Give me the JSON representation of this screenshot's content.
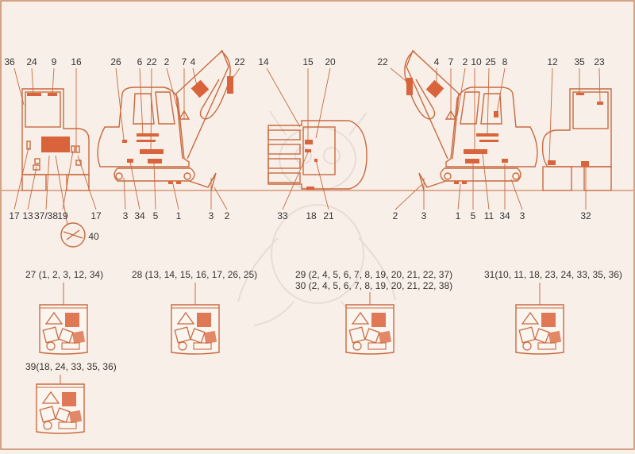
{
  "colors": {
    "background": "#f7efe8",
    "line": "#c96a3f",
    "accent": "#d9633a",
    "frame": "#c98a66",
    "text": "#3a3330",
    "watermark": "#e8ddd6"
  },
  "callouts": {
    "n36": "36",
    "n24": "24",
    "n9": "9",
    "n16": "16",
    "n17a": "17",
    "n13": "13",
    "n3738": "37/38",
    "n19": "19",
    "n17b": "17",
    "n40": "40",
    "n26": "26",
    "n6": "6",
    "n22a": "22",
    "n2a": "2",
    "n7a": "7",
    "n4a": "4",
    "n22b": "22",
    "n3a": "3",
    "n34a": "34",
    "n5a": "5",
    "n1a": "1",
    "n3b": "3",
    "n2b": "2",
    "n14": "14",
    "n15": "15",
    "n20": "20",
    "n33": "33",
    "n18": "18",
    "n21": "21",
    "n22c": "22",
    "n4b": "4",
    "n7b": "7",
    "n2c": "2",
    "n10": "10",
    "n25": "25",
    "n8": "8",
    "n2d": "2",
    "n3c": "3",
    "n1b": "1",
    "n5b": "5",
    "n11": "11",
    "n34b": "34",
    "n3d": "3",
    "n12": "12",
    "n35": "35",
    "n23": "23",
    "n32": "32"
  },
  "kits": [
    {
      "label": "27 (1, 2, 3, 12, 34)"
    },
    {
      "label": "28 (13, 14, 15, 16, 17, 26, 25)"
    },
    {
      "label": "29 (2, 4, 5, 6, 7, 8, 19, 20, 21, 22, 37)",
      "label2": "30 (2, 4, 5, 6, 7, 8, 19, 20, 21, 22, 38)"
    },
    {
      "label": "31(10, 11, 18, 23, 24, 33, 35, 36)"
    },
    {
      "label": "39(18, 24, 33, 35, 36)"
    }
  ]
}
